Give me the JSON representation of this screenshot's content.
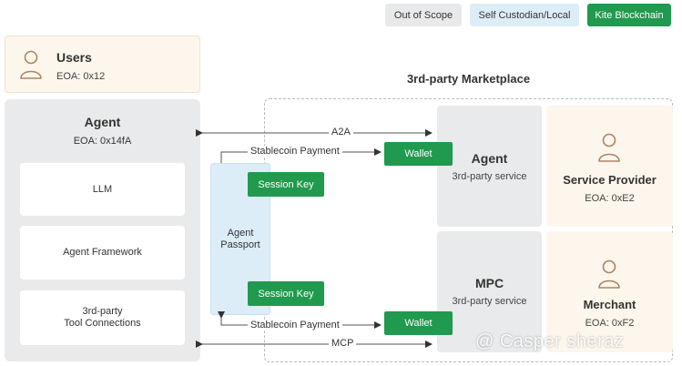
{
  "legend": {
    "out_of_scope": "Out of Scope",
    "self_custodian": "Self Custodian/Local",
    "kite": "Kite Blockchain"
  },
  "colors": {
    "kite_green": "#1f9a4e",
    "self_custodian_blue": "#dcedf8",
    "out_of_scope_gray": "#e9eaeb",
    "user_cream": "#fdf6ec"
  },
  "users": {
    "title": "Users",
    "eoa": "EOA: 0x12",
    "icon": "user-icon"
  },
  "agent": {
    "title": "Agent",
    "eoa": "EOA: 0x14fA",
    "components": [
      "LLM",
      "Agent Framework",
      "3rd-party\nTool Connections"
    ]
  },
  "passport": {
    "label": "Agent\nPassport",
    "session_key_1": "Session Key",
    "session_key_2": "Session Key"
  },
  "edges": {
    "a2a": "A2A",
    "stablecoin_1": "Stablecoin Payment",
    "stablecoin_2": "Stablecoin Payment",
    "mcp": "MCP",
    "wallet_1": "Wallet",
    "wallet_2": "Wallet"
  },
  "marketplace": {
    "title": "3rd-party Marketplace",
    "agent_service": {
      "title": "Agent",
      "subtitle": "3rd-party service"
    },
    "mpc_service": {
      "title": "MPC",
      "subtitle": "3rd-party service"
    },
    "service_provider": {
      "title": "Service Provider",
      "eoa": "EOA: 0xE2",
      "icon": "user-icon"
    },
    "merchant": {
      "title": "Merchant",
      "eoa": "EOA: 0xF2",
      "icon": "user-icon"
    }
  },
  "watermark": "@ Casper sheraz"
}
